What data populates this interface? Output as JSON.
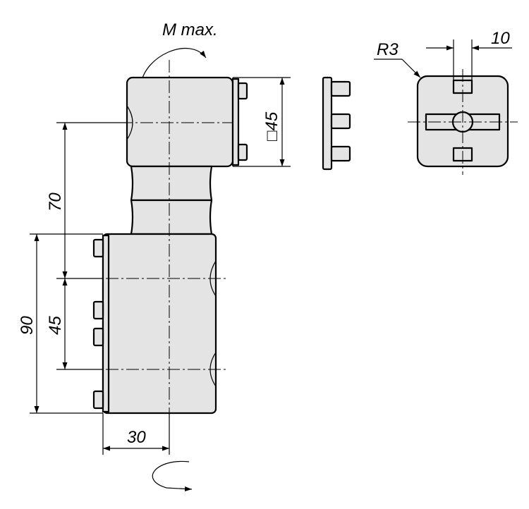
{
  "drawing": {
    "moment_label": "M max.",
    "square_label": "□45",
    "dim_70": "70",
    "dim_90": "90",
    "dim_45_left": "45",
    "dim_30": "30",
    "radius_label": "R3",
    "dim_10": "10"
  },
  "colors": {
    "part_fill": "#e4e4e4",
    "line": "#000000"
  }
}
